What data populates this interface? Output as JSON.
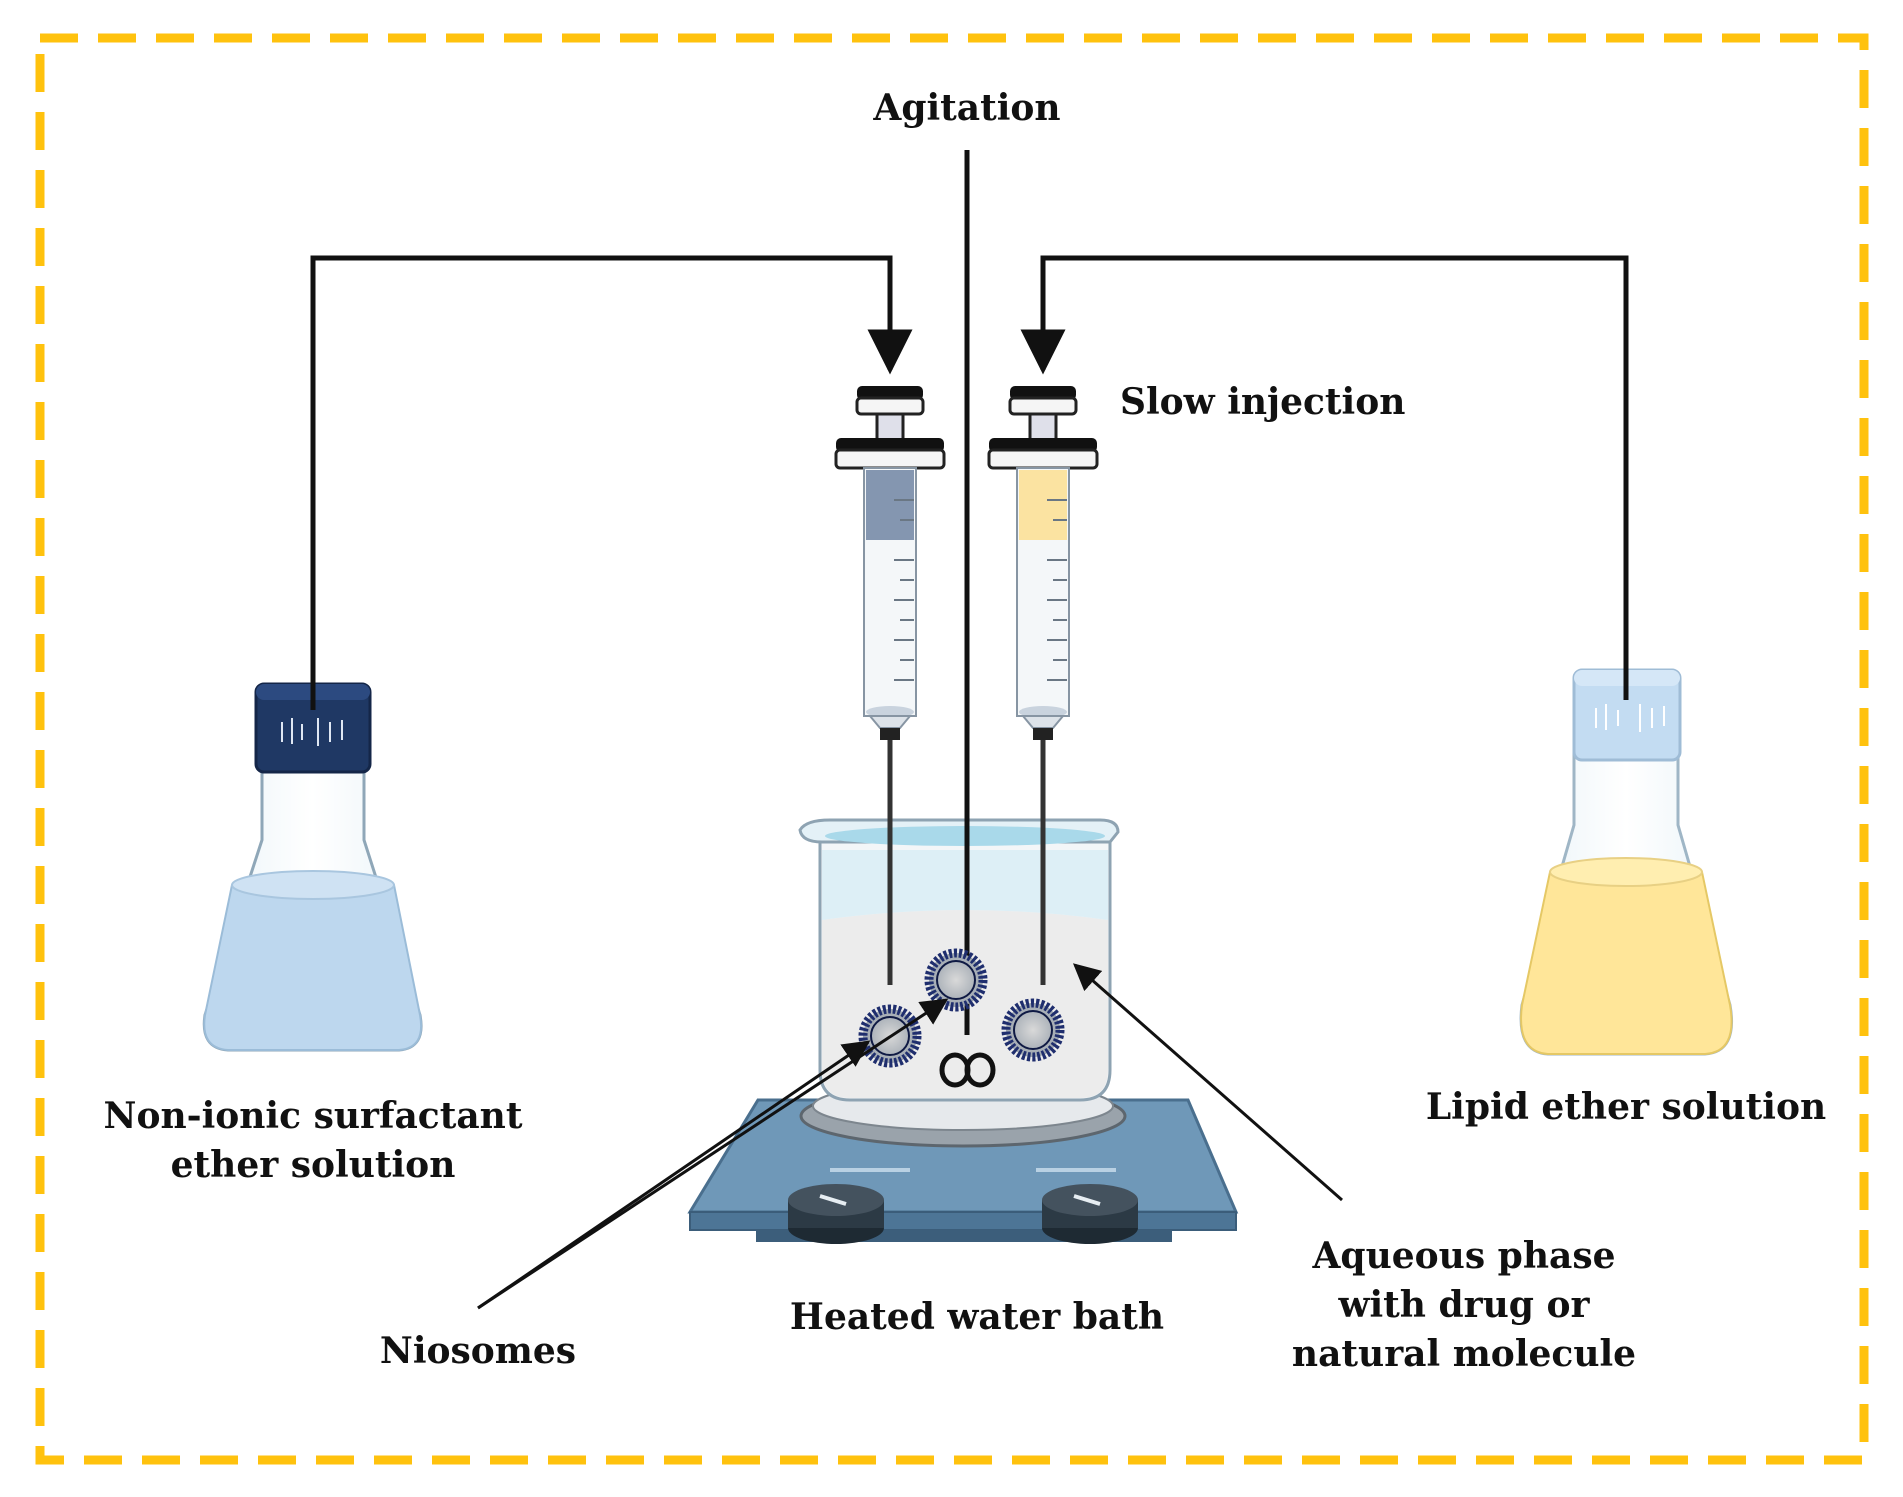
{
  "labels": {
    "agitation": "Agitation",
    "slow_injection": "Slow injection",
    "surfactant_line1": "Non-ionic surfactant",
    "surfactant_line2": "ether solution",
    "lipid": "Lipid ether solution",
    "niosomes": "Niosomes",
    "water_bath": "Heated water bath",
    "aqueous_line1": "Aqueous phase",
    "aqueous_line2": "with drug or",
    "aqueous_line3": "natural molecule"
  },
  "colors": {
    "frame": "#FFC20E",
    "surfactant_liquid": "#BDD7EE",
    "surfactant_cap": "#1F3864",
    "lipid_liquid": "#FFE699",
    "lipid_cap": "#C3DCF2",
    "syringe_left_fill": "#8496B0",
    "syringe_right_fill": "#FBE3A1",
    "beaker_water": "#DDEFF6",
    "hotplate": "#6F98B8",
    "niosome_ring": "#1F2E6E"
  },
  "icons": {
    "stir_bar": "infinity-stir-bar-icon",
    "niosome": "niosome-vesicle-icon"
  }
}
